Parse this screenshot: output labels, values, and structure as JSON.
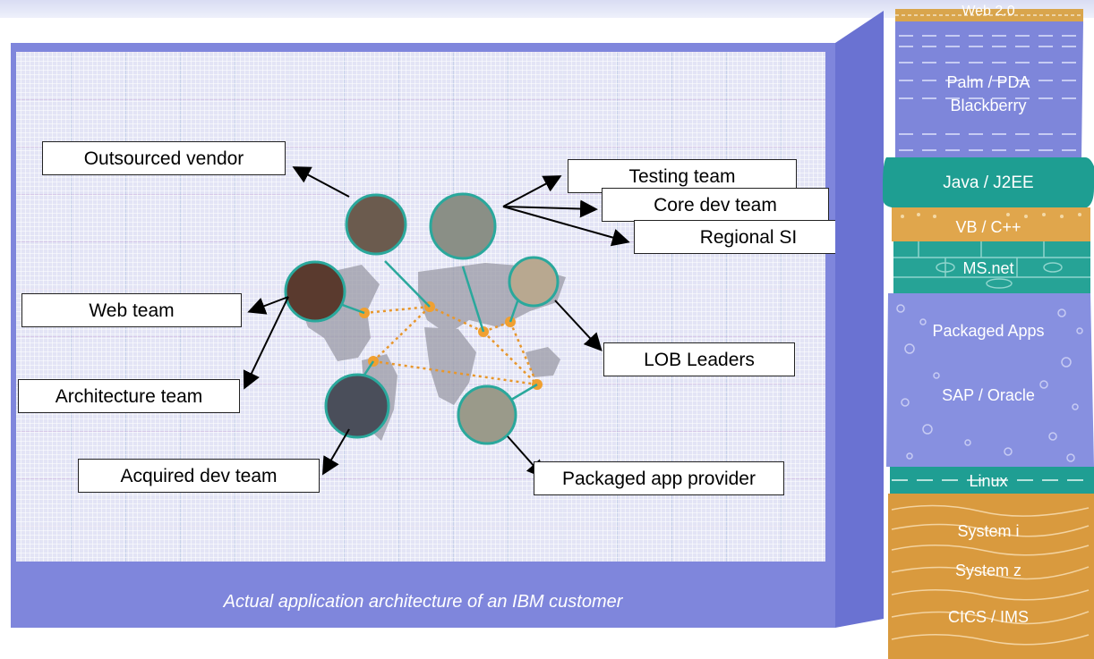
{
  "caption": "Actual application architecture of an IBM customer",
  "teams": {
    "outsourced_vendor": "Outsourced vendor",
    "testing_team": "Testing team",
    "core_dev_team": "Core dev team",
    "regional_si": "Regional SI",
    "web_team": "Web team",
    "lob_leaders": "LOB Leaders",
    "architecture_team": "Architecture team",
    "acquired_dev_team": "Acquired dev team",
    "packaged_app_provider": "Packaged app provider"
  },
  "stack": {
    "web20": "Web 2.0",
    "palm_pda": "Palm / PDA",
    "blackberry": "Blackberry",
    "java_j2ee": "Java / J2EE",
    "vb_c": "VB / C++",
    "ms_net": "MS.net",
    "packaged_apps": "Packaged Apps",
    "sap_oracle": "SAP / Oracle",
    "linux": "Linux",
    "system_i": "System i",
    "system_z": "System z",
    "cics_ims": "CICS / IMS"
  },
  "colors": {
    "panel": "#7f86dc",
    "web_layer": "#d9a54c",
    "mobile_layer": "#8088dc",
    "java_layer": "#1f9e93",
    "vb_layer": "#e0a64c",
    "net_layer": "#26a396",
    "packaged_layer": "#8790e0",
    "linux_layer": "#1f9e93",
    "system_layer": "#d99a3e"
  }
}
